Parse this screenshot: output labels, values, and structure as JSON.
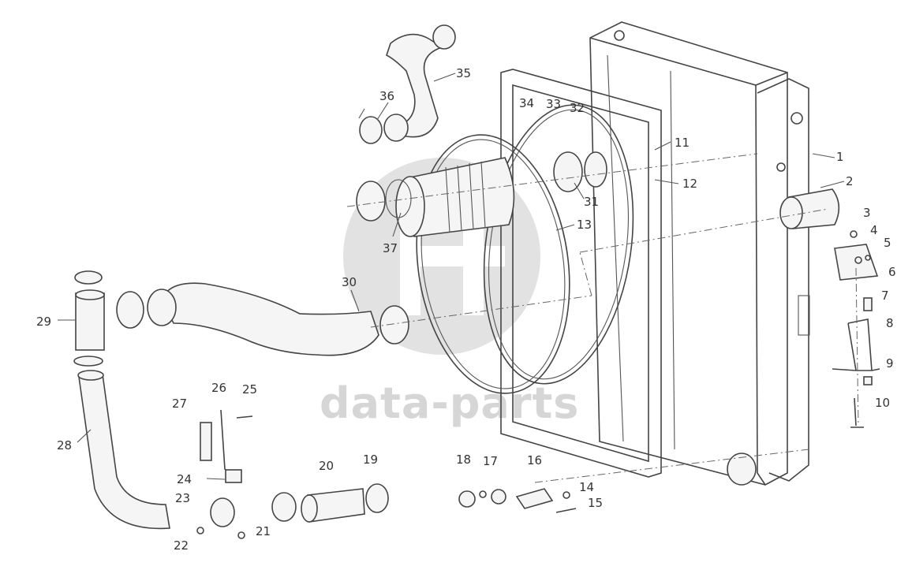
{
  "watermark": {
    "text": "data-parts"
  },
  "callouts": [
    {
      "id": "1",
      "text": "1"
    },
    {
      "id": "2",
      "text": "2"
    },
    {
      "id": "3",
      "text": "3"
    },
    {
      "id": "4",
      "text": "4"
    },
    {
      "id": "5",
      "text": "5"
    },
    {
      "id": "6",
      "text": "6"
    },
    {
      "id": "7",
      "text": "7"
    },
    {
      "id": "8",
      "text": "8"
    },
    {
      "id": "9",
      "text": "9"
    },
    {
      "id": "10",
      "text": "10"
    },
    {
      "id": "11",
      "text": "11"
    },
    {
      "id": "12",
      "text": "12"
    },
    {
      "id": "13",
      "text": "13"
    },
    {
      "id": "14",
      "text": "14"
    },
    {
      "id": "15",
      "text": "15"
    },
    {
      "id": "16",
      "text": "16"
    },
    {
      "id": "17",
      "text": "17"
    },
    {
      "id": "18",
      "text": "18"
    },
    {
      "id": "19",
      "text": "19"
    },
    {
      "id": "20",
      "text": "20"
    },
    {
      "id": "21",
      "text": "21"
    },
    {
      "id": "22",
      "text": "22"
    },
    {
      "id": "23",
      "text": "23"
    },
    {
      "id": "24",
      "text": "24"
    },
    {
      "id": "25",
      "text": "25"
    },
    {
      "id": "26",
      "text": "26"
    },
    {
      "id": "27",
      "text": "27"
    },
    {
      "id": "28",
      "text": "28"
    },
    {
      "id": "29",
      "text": "29"
    },
    {
      "id": "30",
      "text": "30"
    },
    {
      "id": "31",
      "text": "31"
    },
    {
      "id": "32",
      "text": "32"
    },
    {
      "id": "33",
      "text": "33"
    },
    {
      "id": "34",
      "text": "34"
    },
    {
      "id": "35",
      "text": "35"
    },
    {
      "id": "36",
      "text": "36"
    },
    {
      "id": "37",
      "text": "37"
    }
  ],
  "colors": {
    "line": "#444444",
    "watermark": "#d6d6d6",
    "background": "#ffffff"
  }
}
